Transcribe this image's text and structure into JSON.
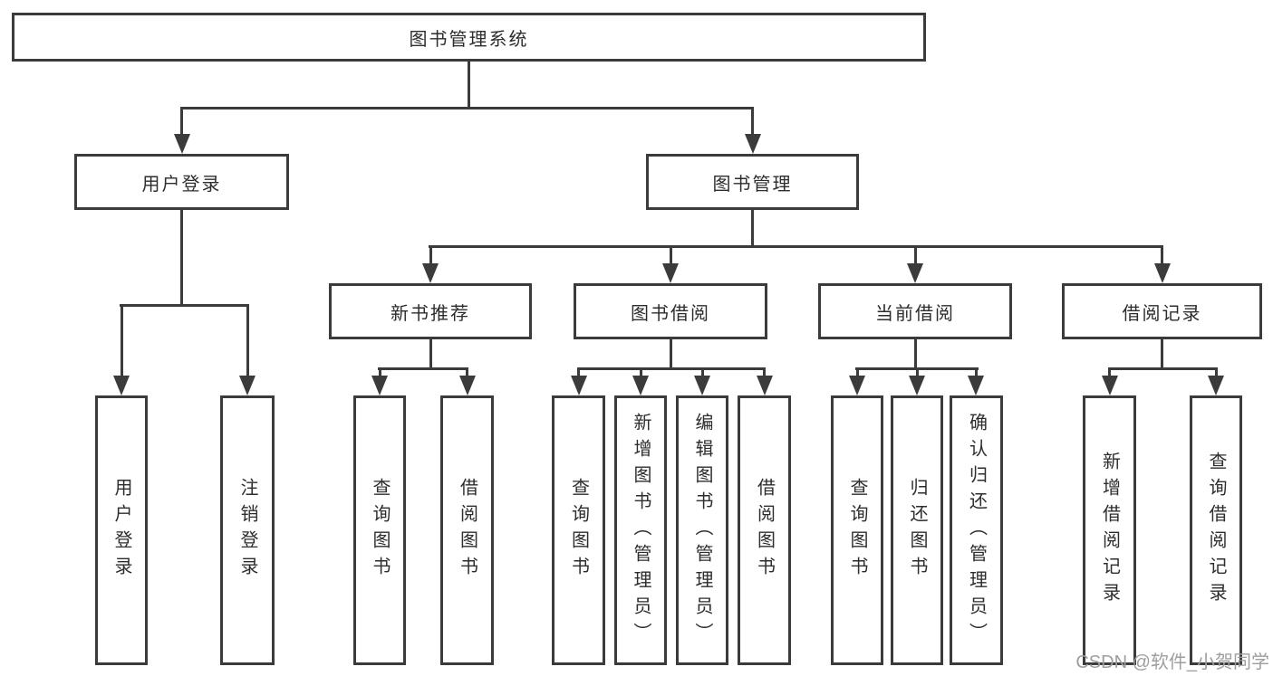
{
  "diagram": {
    "root": {
      "label": "图书管理系统"
    },
    "level2": [
      {
        "label": "用户登录"
      },
      {
        "label": "图书管理"
      }
    ],
    "level3": [
      {
        "label": "新书推荐"
      },
      {
        "label": "图书借阅"
      },
      {
        "label": "当前借阅"
      },
      {
        "label": "借阅记录"
      }
    ],
    "leaves": {
      "userLogin": [
        {
          "label": "用户登录"
        },
        {
          "label": "注销登录"
        }
      ],
      "newBooks": [
        {
          "label": "查询图书"
        },
        {
          "label": "借阅图书"
        }
      ],
      "bookBorrow": [
        {
          "label": "查询图书"
        },
        {
          "label": "新增图书（管理员）"
        },
        {
          "label": "编辑图书（管理员）"
        },
        {
          "label": "借阅图书"
        }
      ],
      "currentBorrow": [
        {
          "label": "查询图书"
        },
        {
          "label": "归还图书"
        },
        {
          "label": "确认归还（管理员）"
        }
      ],
      "borrowRecords": [
        {
          "label": "新增借阅记录"
        },
        {
          "label": "查询借阅记录"
        }
      ]
    }
  },
  "watermark": {
    "text": "CSDN @软件_小贺同学"
  },
  "colors": {
    "line": "#3b3b3b",
    "text": "#2d2d2d",
    "box_background": "#ffffff",
    "watermark": "#9e9e9e"
  }
}
